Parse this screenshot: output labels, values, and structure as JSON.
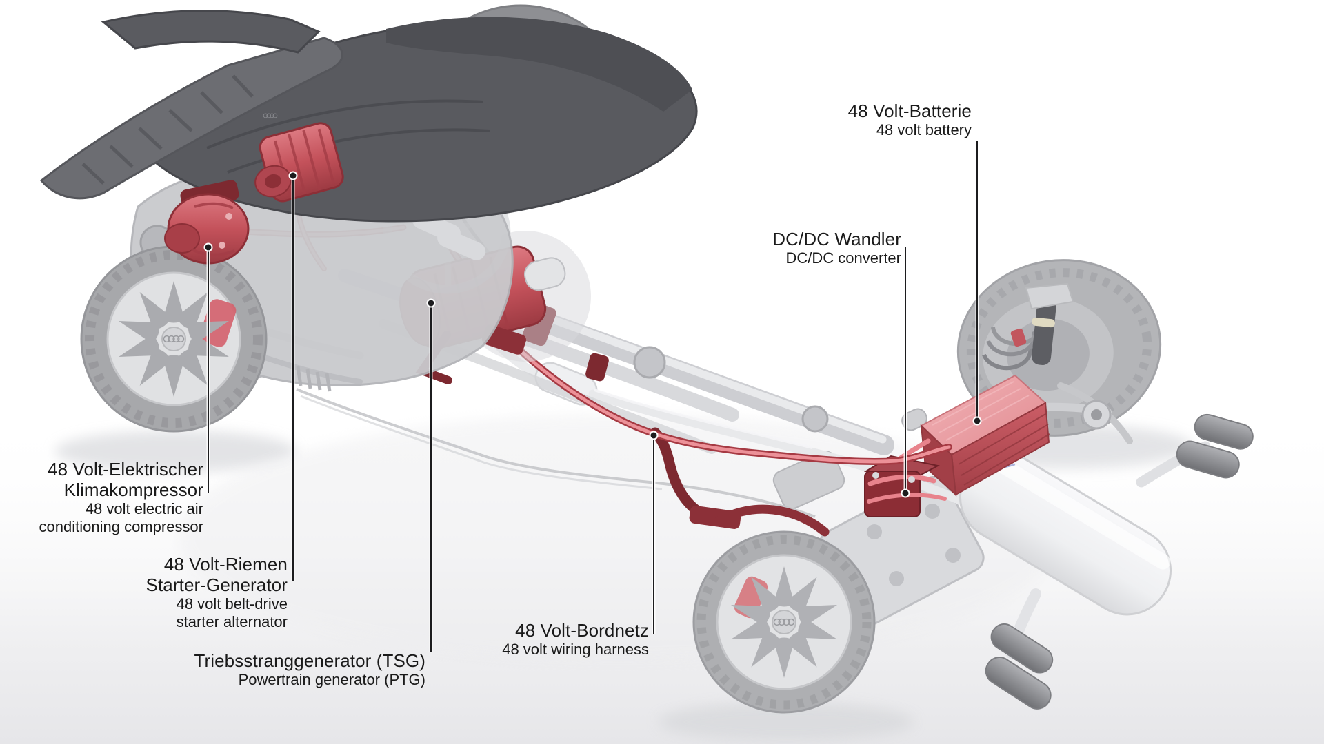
{
  "diagram": {
    "annotations": {
      "battery": {
        "de": "48 Volt-Batterie",
        "en": "48 volt battery"
      },
      "dcdc_converter": {
        "de": "DC/DC Wandler",
        "en": "DC/DC converter"
      },
      "ac_compressor": {
        "de1": "48 Volt-Elektrischer",
        "de2": "Klimakompressor",
        "en1": "48 volt electric air",
        "en2": "conditioning compressor"
      },
      "belt_starter_generator": {
        "de1": "48 Volt-Riemen",
        "de2": "Starter-Generator",
        "en1": "48 volt belt-drive",
        "en2": "starter alternator"
      },
      "powertrain_generator": {
        "de": "Triebsstranggenerator (TSG)",
        "en": "Powertrain generator (PTG)"
      },
      "wiring_harness": {
        "de": "48 Volt-Bordnetz",
        "en": "48 volt wiring harness"
      }
    }
  },
  "colors": {
    "text": "#1a1a1a",
    "leader-line": "#1c1c1e",
    "background": "#ffffff",
    "component-red": "#c4525b",
    "component-red-dark": "#7d2930",
    "harness-pink": "#e8838c",
    "battery-top": "#eba4a8",
    "battery-front": "#bf545c",
    "accent-red": "#d5404c",
    "chassis-gray": "#d2d3d6",
    "engine-gray": "#55565b",
    "muffler-silver": "#f2f2f4",
    "tailpipe-gray": "#8e8f93"
  }
}
